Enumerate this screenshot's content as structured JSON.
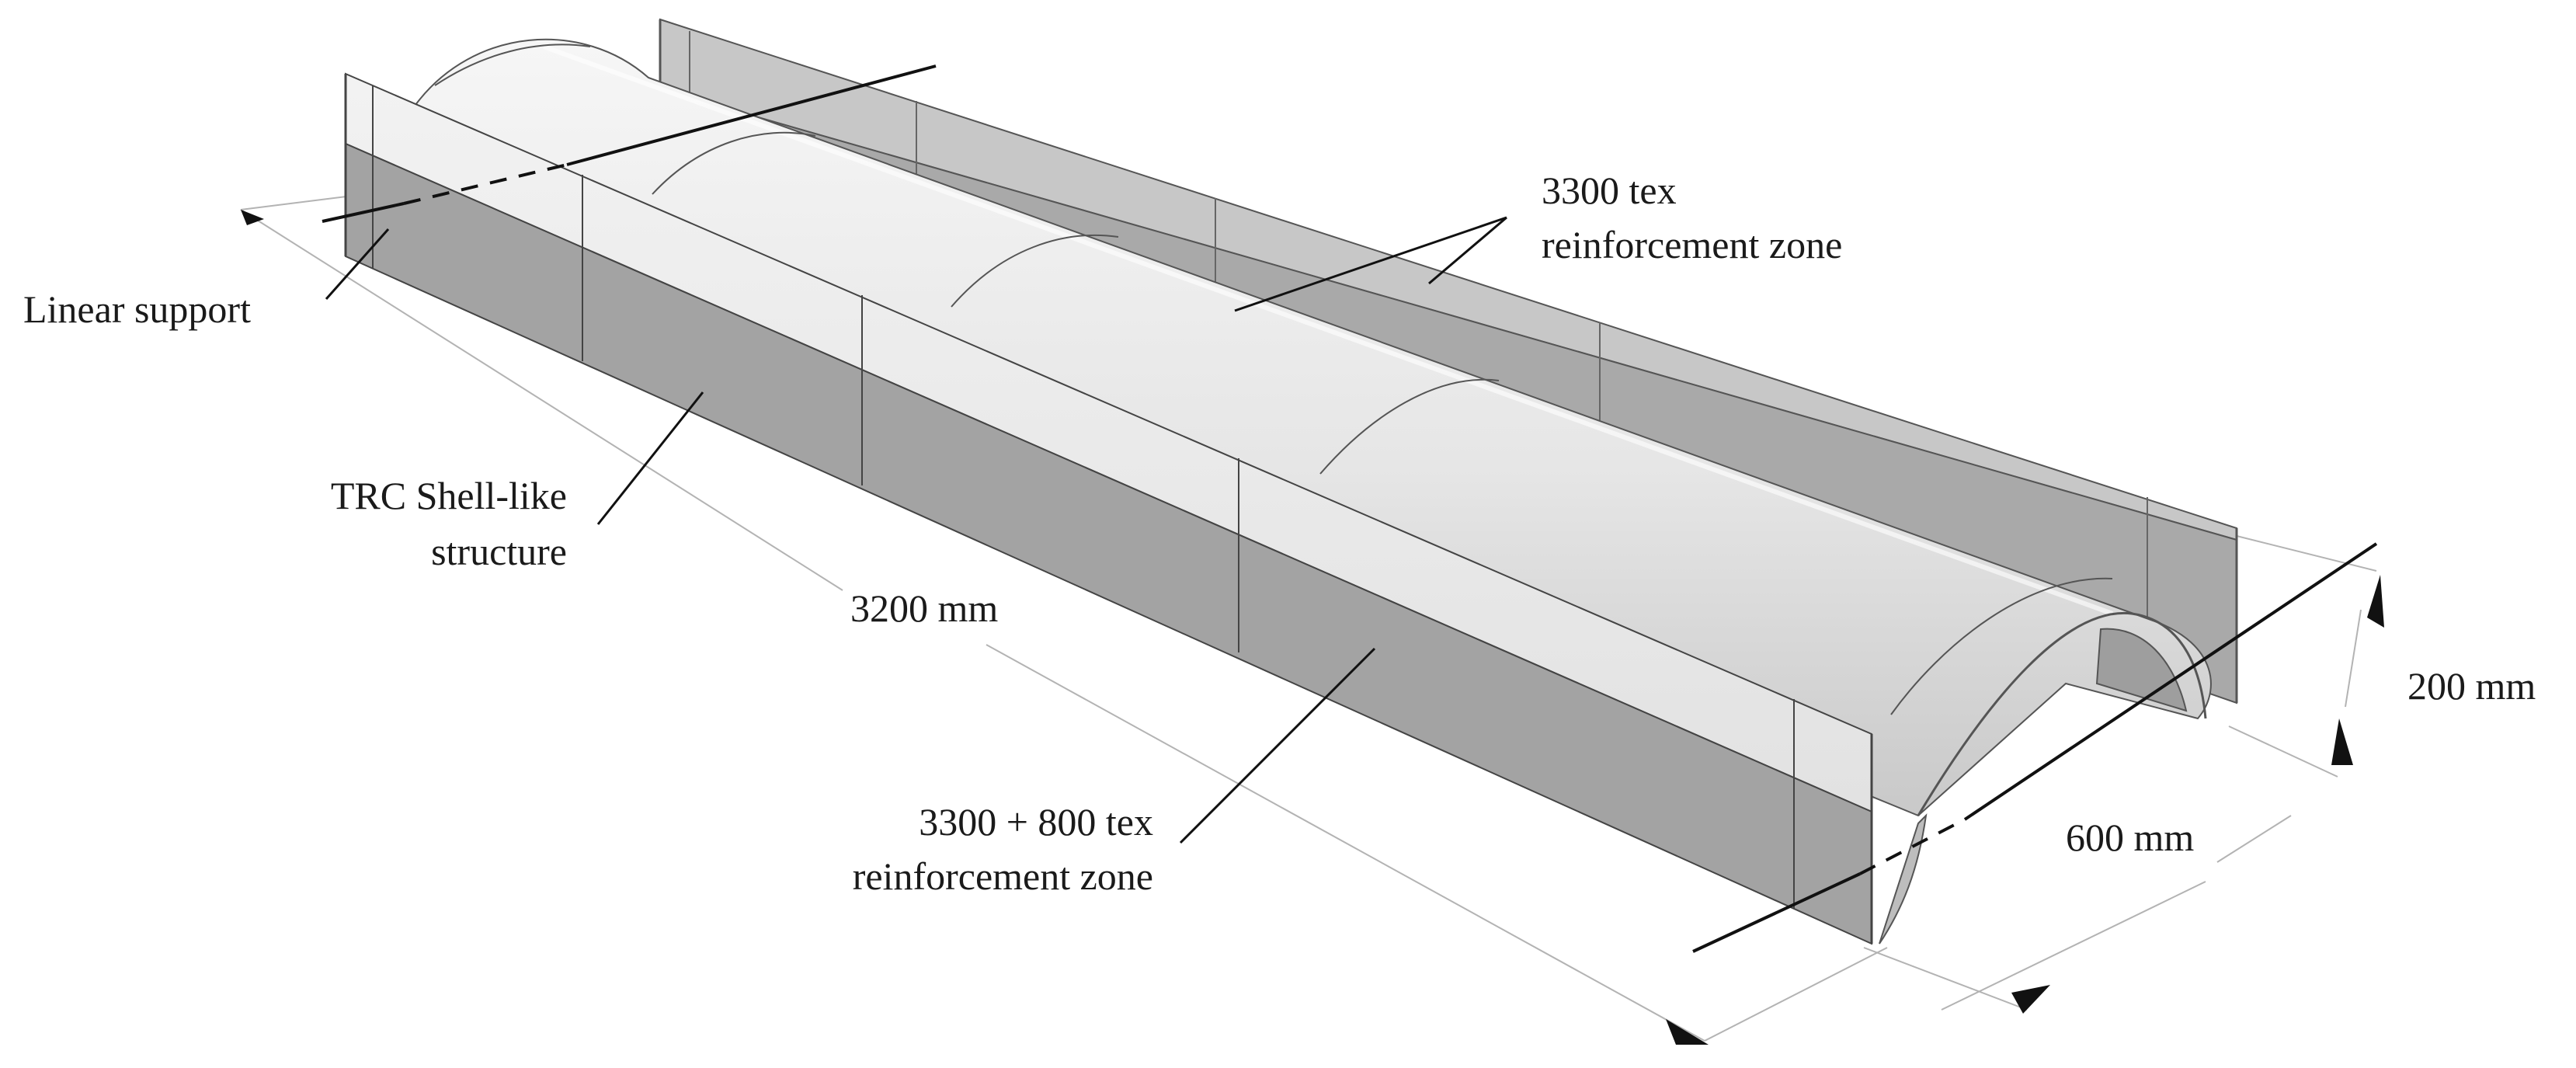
{
  "labels": {
    "linear_support": "Linear support",
    "trc_line1": "TRC Shell-like",
    "trc_line2": "structure",
    "zone_3300_line1": "3300 tex",
    "zone_3300_line2": "reinforcement zone",
    "zone_4100_line1": "3300 + 800 tex",
    "zone_4100_line2": "reinforcement zone"
  },
  "dimensions": {
    "length": "3200 mm",
    "width": "600 mm",
    "height": "200 mm"
  }
}
